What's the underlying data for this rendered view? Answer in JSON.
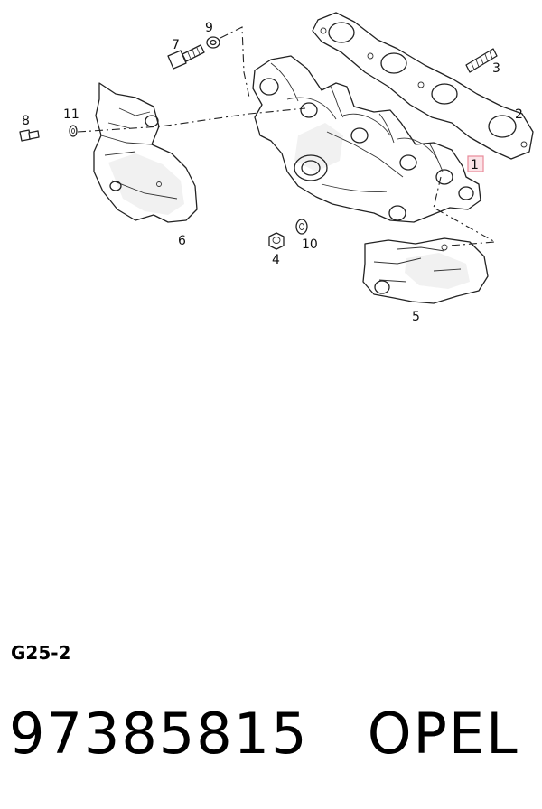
{
  "diagram": {
    "callouts": {
      "c1": "1",
      "c2": "2",
      "c3": "3",
      "c4": "4",
      "c5": "5",
      "c6": "6",
      "c7": "7",
      "c8": "8",
      "c9": "9",
      "c10": "10",
      "c11": "11"
    },
    "highlighted_callout": "1",
    "highlight_color": "#e88a9a"
  },
  "footer": {
    "diagram_code": "G25-2",
    "part_number": "97385815",
    "brand": "OPEL"
  }
}
